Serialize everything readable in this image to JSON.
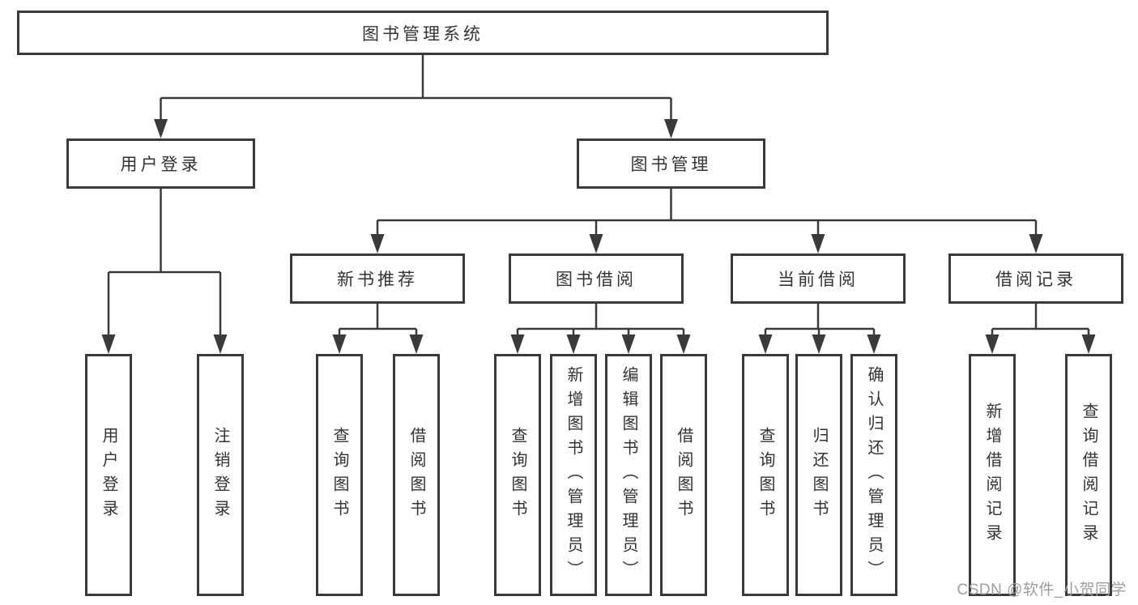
{
  "diagram": {
    "title": "图书管理系统",
    "root": "图书管理系统",
    "level2": [
      "用户登录",
      "图书管理"
    ],
    "level3": [
      "新书推荐",
      "图书借阅",
      "当前借阅",
      "借阅记录"
    ],
    "leaves": {
      "user_login": [
        "用户登录",
        "注销登录"
      ],
      "new_book_rec": [
        "查询图书",
        "借阅图书"
      ],
      "book_borrow": [
        "查询图书",
        "新增图书（管理员）",
        "编辑图书（管理员）",
        "借阅图书"
      ],
      "current_borrow": [
        "查询图书",
        "归还图书",
        "确认归还（管理员）"
      ],
      "borrow_record": [
        "新增借阅记录",
        "查询借阅记录"
      ]
    },
    "colors": {
      "line": "#3a3a3a",
      "text": "#333333",
      "background": "#ffffff"
    }
  },
  "watermark": {
    "text": "CSDN @软件_小贺同学",
    "color": "#9e9e9e"
  }
}
